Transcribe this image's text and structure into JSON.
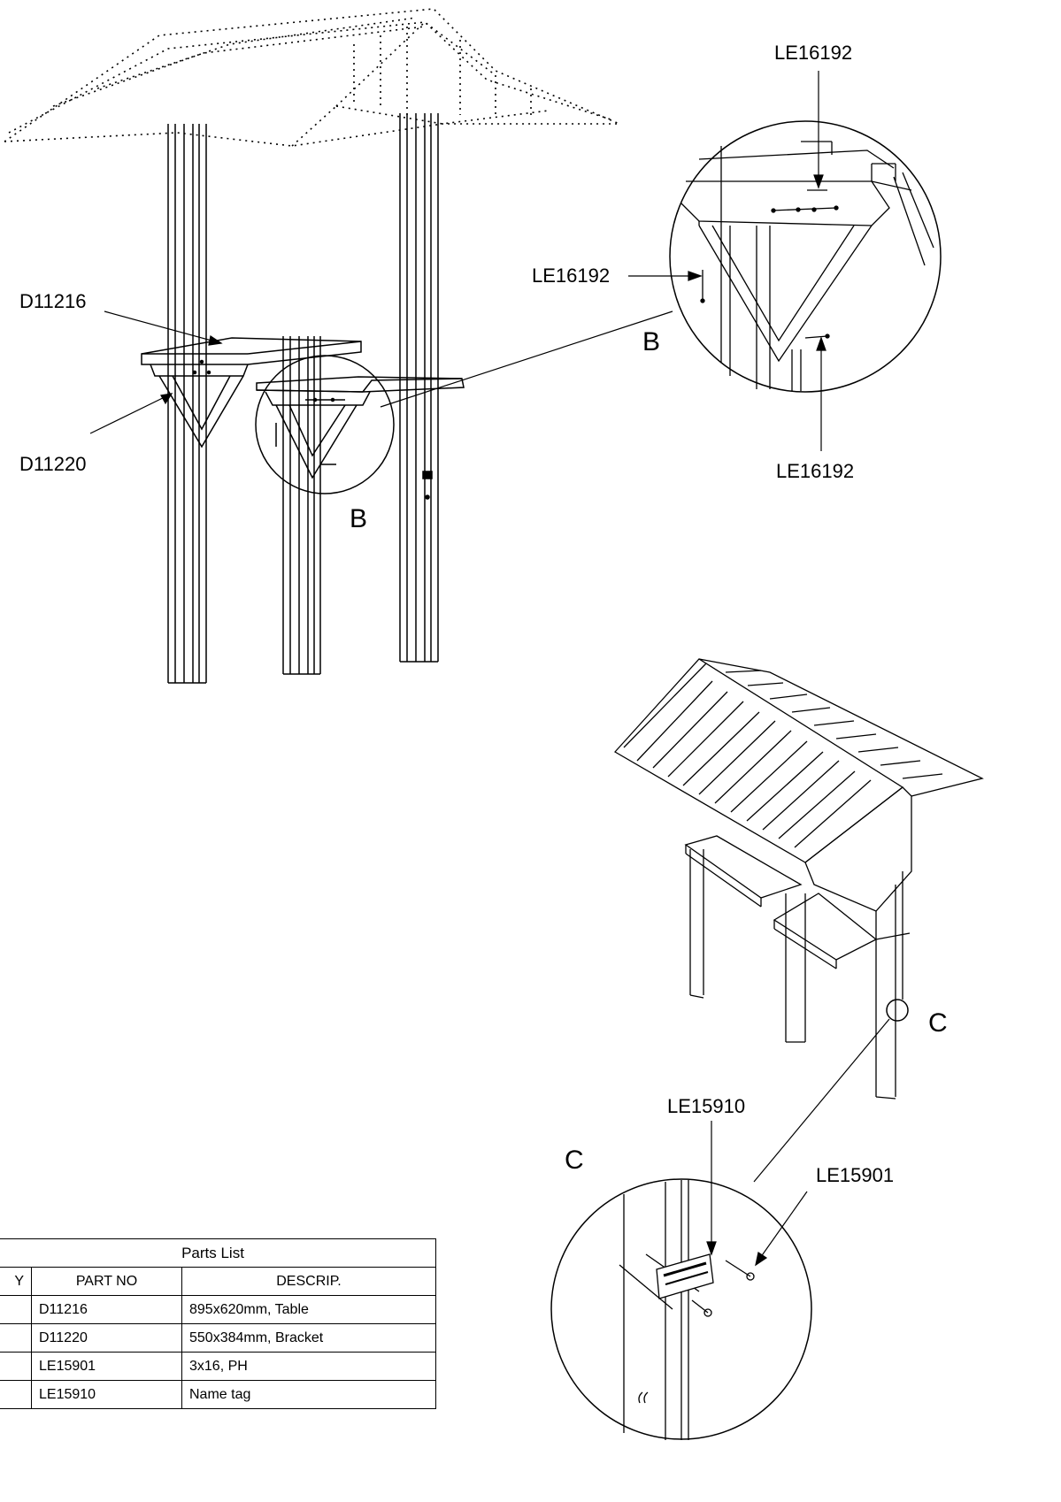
{
  "callouts": {
    "d11216": "D11216",
    "d11220": "D11220",
    "b_main": "B",
    "b_detail": "B",
    "le16192_top": "LE16192",
    "le16192_left": "LE16192",
    "le16192_bottom": "LE16192",
    "c_main": "C",
    "c_detail": "C",
    "le15910": "LE15910",
    "le15901": "LE15901"
  },
  "parts_list": {
    "title": "Parts List",
    "headers": {
      "qty": "Y",
      "part_no": "PART NO",
      "descrip": "DESCRIP."
    },
    "rows": [
      {
        "part_no": "D11216",
        "descrip": "895x620mm, Table"
      },
      {
        "part_no": "D11220",
        "descrip": "550x384mm, Bracket"
      },
      {
        "part_no": "LE15901",
        "descrip": "3x16, PH"
      },
      {
        "part_no": "LE15910",
        "descrip": "Name tag"
      }
    ]
  }
}
